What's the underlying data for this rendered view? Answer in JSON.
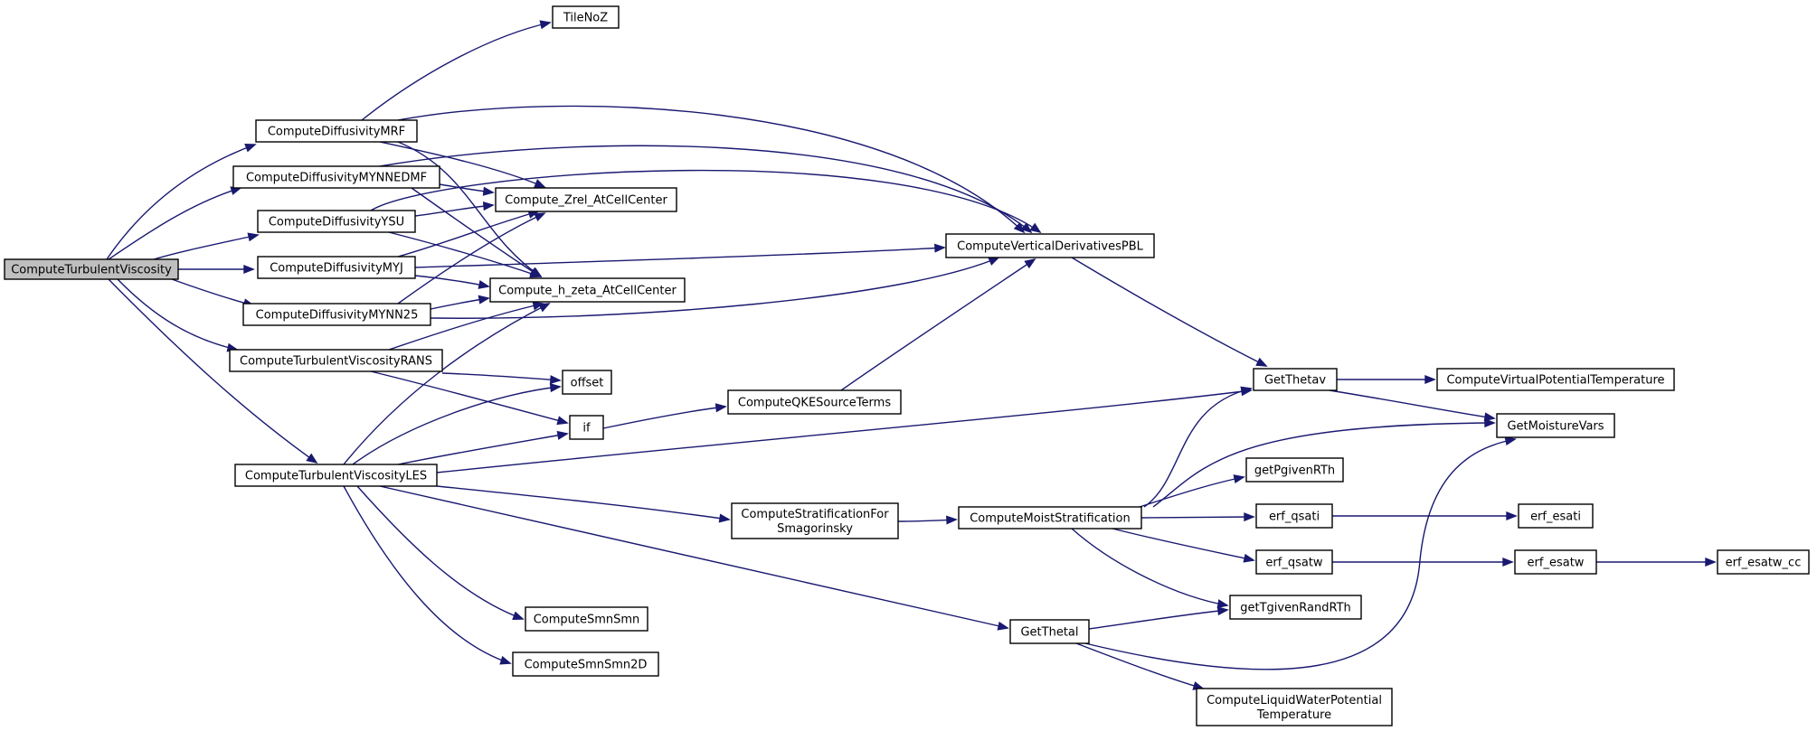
{
  "nodes": [
    {
      "id": "root",
      "lines": [
        "ComputeTurbulentViscosity"
      ],
      "root": true
    },
    {
      "id": "tilenoz",
      "lines": [
        "TileNoZ"
      ]
    },
    {
      "id": "mrf",
      "lines": [
        "ComputeDiffusivityMRF"
      ]
    },
    {
      "id": "mynnedmf",
      "lines": [
        "ComputeDiffusivityMYNNEDMF"
      ]
    },
    {
      "id": "ysu",
      "lines": [
        "ComputeDiffusivityYSU"
      ]
    },
    {
      "id": "myj",
      "lines": [
        "ComputeDiffusivityMYJ"
      ]
    },
    {
      "id": "mynn25",
      "lines": [
        "ComputeDiffusivityMYNN25"
      ]
    },
    {
      "id": "rans",
      "lines": [
        "ComputeTurbulentViscosityRANS"
      ]
    },
    {
      "id": "les",
      "lines": [
        "ComputeTurbulentViscosityLES"
      ]
    },
    {
      "id": "zrel",
      "lines": [
        "Compute_Zrel_AtCellCenter"
      ]
    },
    {
      "id": "hzeta",
      "lines": [
        "Compute_h_zeta_AtCellCenter"
      ]
    },
    {
      "id": "offset",
      "lines": [
        "offset"
      ]
    },
    {
      "id": "if",
      "lines": [
        "if"
      ]
    },
    {
      "id": "smnsmn",
      "lines": [
        "ComputeSmnSmn"
      ]
    },
    {
      "id": "smnsmn2d",
      "lines": [
        "ComputeSmnSmn2D"
      ]
    },
    {
      "id": "vdpbl",
      "lines": [
        "ComputeVerticalDerivativesPBL"
      ]
    },
    {
      "id": "qke",
      "lines": [
        "ComputeQKESourceTerms"
      ]
    },
    {
      "id": "strat",
      "lines": [
        "ComputeStratificationFor",
        "Smagorinsky"
      ]
    },
    {
      "id": "moist",
      "lines": [
        "ComputeMoistStratification"
      ]
    },
    {
      "id": "getthetal",
      "lines": [
        "GetThetal"
      ]
    },
    {
      "id": "getthetav",
      "lines": [
        "GetThetav"
      ]
    },
    {
      "id": "getpgiven",
      "lines": [
        "getPgivenRTh"
      ]
    },
    {
      "id": "qsati",
      "lines": [
        "erf_qsati"
      ]
    },
    {
      "id": "qsatw",
      "lines": [
        "erf_qsatw"
      ]
    },
    {
      "id": "tgiven",
      "lines": [
        "getTgivenRandRTh"
      ]
    },
    {
      "id": "lwpt",
      "lines": [
        "ComputeLiquidWaterPotential",
        "Temperature"
      ]
    },
    {
      "id": "vpt",
      "lines": [
        "ComputeVirtualPotentialTemperature"
      ]
    },
    {
      "id": "moistvars",
      "lines": [
        "GetMoistureVars"
      ]
    },
    {
      "id": "esati",
      "lines": [
        "erf_esati"
      ]
    },
    {
      "id": "esatw",
      "lines": [
        "erf_esatw"
      ]
    },
    {
      "id": "esatwcc",
      "lines": [
        "erf_esatw_cc"
      ]
    }
  ],
  "edges": [
    [
      "root",
      "mrf"
    ],
    [
      "root",
      "mynnedmf"
    ],
    [
      "root",
      "ysu"
    ],
    [
      "root",
      "myj"
    ],
    [
      "root",
      "mynn25"
    ],
    [
      "root",
      "rans"
    ],
    [
      "root",
      "les"
    ],
    [
      "mrf",
      "tilenoz"
    ],
    [
      "mrf",
      "zrel"
    ],
    [
      "mrf",
      "hzeta"
    ],
    [
      "mrf",
      "vdpbl"
    ],
    [
      "mynnedmf",
      "zrel"
    ],
    [
      "mynnedmf",
      "hzeta"
    ],
    [
      "mynnedmf",
      "vdpbl"
    ],
    [
      "ysu",
      "zrel"
    ],
    [
      "ysu",
      "hzeta"
    ],
    [
      "ysu",
      "vdpbl"
    ],
    [
      "myj",
      "zrel"
    ],
    [
      "myj",
      "hzeta"
    ],
    [
      "myj",
      "vdpbl"
    ],
    [
      "mynn25",
      "zrel"
    ],
    [
      "mynn25",
      "hzeta"
    ],
    [
      "mynn25",
      "vdpbl"
    ],
    [
      "rans",
      "hzeta"
    ],
    [
      "rans",
      "offset"
    ],
    [
      "rans",
      "if"
    ],
    [
      "les",
      "hzeta"
    ],
    [
      "les",
      "offset"
    ],
    [
      "les",
      "if"
    ],
    [
      "les",
      "getthetav"
    ],
    [
      "les",
      "strat"
    ],
    [
      "les",
      "getthetal"
    ],
    [
      "les",
      "smnsmn"
    ],
    [
      "les",
      "smnsmn2d"
    ],
    [
      "if",
      "qke"
    ],
    [
      "qke",
      "vdpbl"
    ],
    [
      "vdpbl",
      "getthetav"
    ],
    [
      "strat",
      "moist"
    ],
    [
      "moist",
      "getthetav"
    ],
    [
      "moist",
      "moistvars"
    ],
    [
      "moist",
      "getpgiven"
    ],
    [
      "moist",
      "qsati"
    ],
    [
      "moist",
      "qsatw"
    ],
    [
      "moist",
      "tgiven"
    ],
    [
      "getthetal",
      "tgiven"
    ],
    [
      "getthetal",
      "moistvars"
    ],
    [
      "getthetal",
      "lwpt"
    ],
    [
      "getthetav",
      "vpt"
    ],
    [
      "getthetav",
      "moistvars"
    ],
    [
      "qsati",
      "esati"
    ],
    [
      "qsatw",
      "esatw"
    ],
    [
      "esatw",
      "esatwcc"
    ]
  ]
}
